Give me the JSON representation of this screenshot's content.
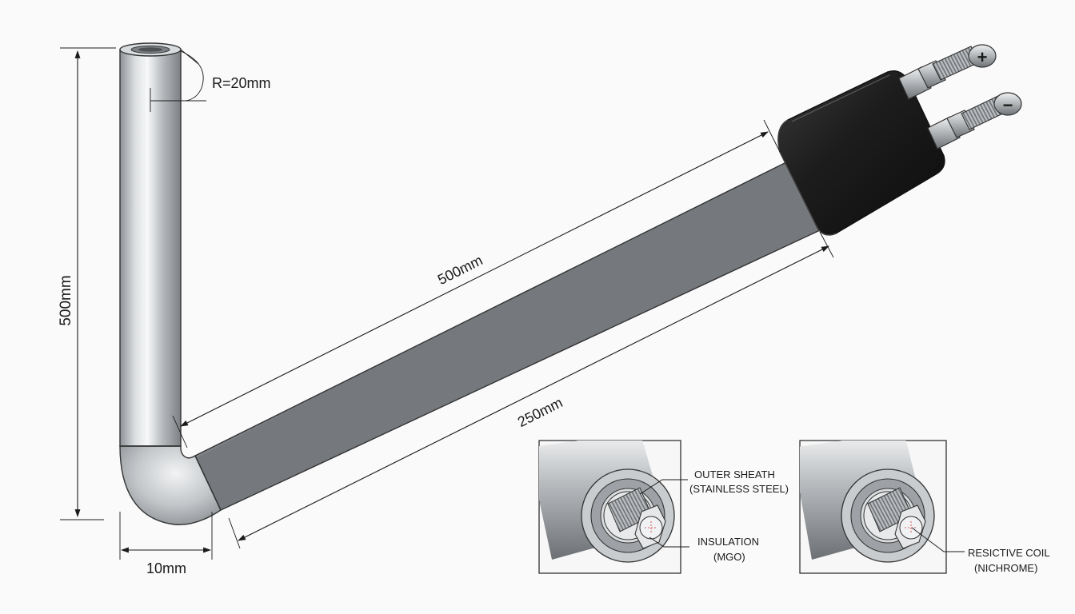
{
  "dimensions": {
    "bend_radius": "R=20mm",
    "vertical_height": "500mm",
    "horizontal_width": "10mm",
    "angled_length_upper": "500mm",
    "angled_length_lower": "250mm"
  },
  "terminals": {
    "positive": "+",
    "negative": "−"
  },
  "callouts": {
    "outer_sheath_line1": "OUTER SHEATH",
    "outer_sheath_line2": "(STAINLESS STEEL)",
    "insulation_line1": "INSULATION",
    "insulation_line2": "(MGO)",
    "coil_line1": "RESICTIVE COIL",
    "coil_line2": "(NICHROME)"
  },
  "colors": {
    "sheath": "#c0c4c7",
    "terminal_block": "#1c1c1c",
    "background": "#fafafa"
  }
}
